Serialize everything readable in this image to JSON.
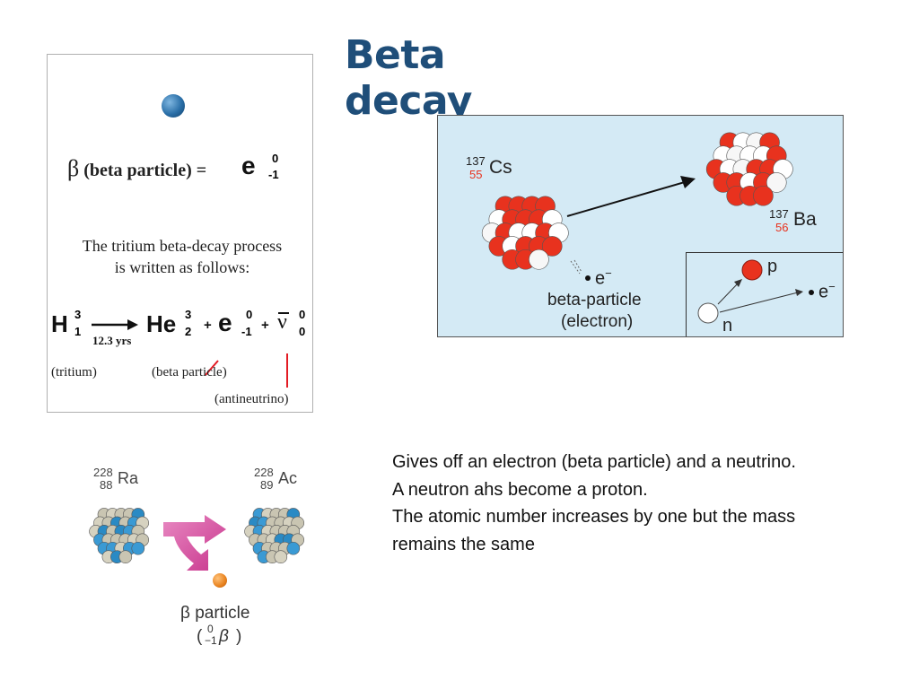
{
  "slide": {
    "title": "Beta decay"
  },
  "panel_left": {
    "beta_symbol": "β",
    "beta_label": "(beta particle) =",
    "electron_symbol": "e",
    "beta_mass": "0",
    "beta_charge": "-1",
    "intro_line1": "The tritium beta-decay process",
    "intro_line2": "is written as follows:",
    "h_symbol": "H",
    "h_mass": "3",
    "h_number": "1",
    "half_life": "12.3 yrs",
    "he_symbol": "He",
    "he_mass": "3",
    "he_number": "2",
    "plus1": "+",
    "e_symbol": "e",
    "e_mass": "0",
    "e_charge": "-1",
    "plus2": "+",
    "nu_symbol": "ν",
    "nu_mass": "0",
    "nu_charge": "0",
    "label_tritium": "(tritium)",
    "label_beta": "(beta particle)",
    "label_antineutrino": "(antineutrino)",
    "particle_color": "#2a6fa8",
    "accent_red": "#e31b23"
  },
  "panel_cs": {
    "cs_mass": "137",
    "cs_number": "55",
    "cs_symbol": "Cs",
    "ba_mass": "137",
    "ba_number": "56",
    "ba_symbol": "Ba",
    "electron_label": "e",
    "electron_sup": "−",
    "beta_label": "beta-particle",
    "beta_sub": "(electron)",
    "proton_label": "p",
    "neutron_label": "n",
    "inset_electron": "e",
    "inset_electron_sup": "−",
    "background": "#d4eaf5",
    "nucleon_red": "#e8321e"
  },
  "panel_ra": {
    "ra_mass": "228",
    "ra_number": "88",
    "ra_symbol": "Ra",
    "ac_mass": "228",
    "ac_number": "89",
    "ac_symbol": "Ac",
    "particle_label": "β particle",
    "notation_mass": "0",
    "notation_charge": "−1",
    "notation_symbol": "β",
    "arrow_color": "#c8348c",
    "particle_color": "#e8821e"
  },
  "description": {
    "line1": "Gives off an electron (beta particle) and a neutrino.",
    "line2": "A neutron ahs become a proton.",
    "line3": "The atomic number increases by one but the mass remains the same"
  }
}
